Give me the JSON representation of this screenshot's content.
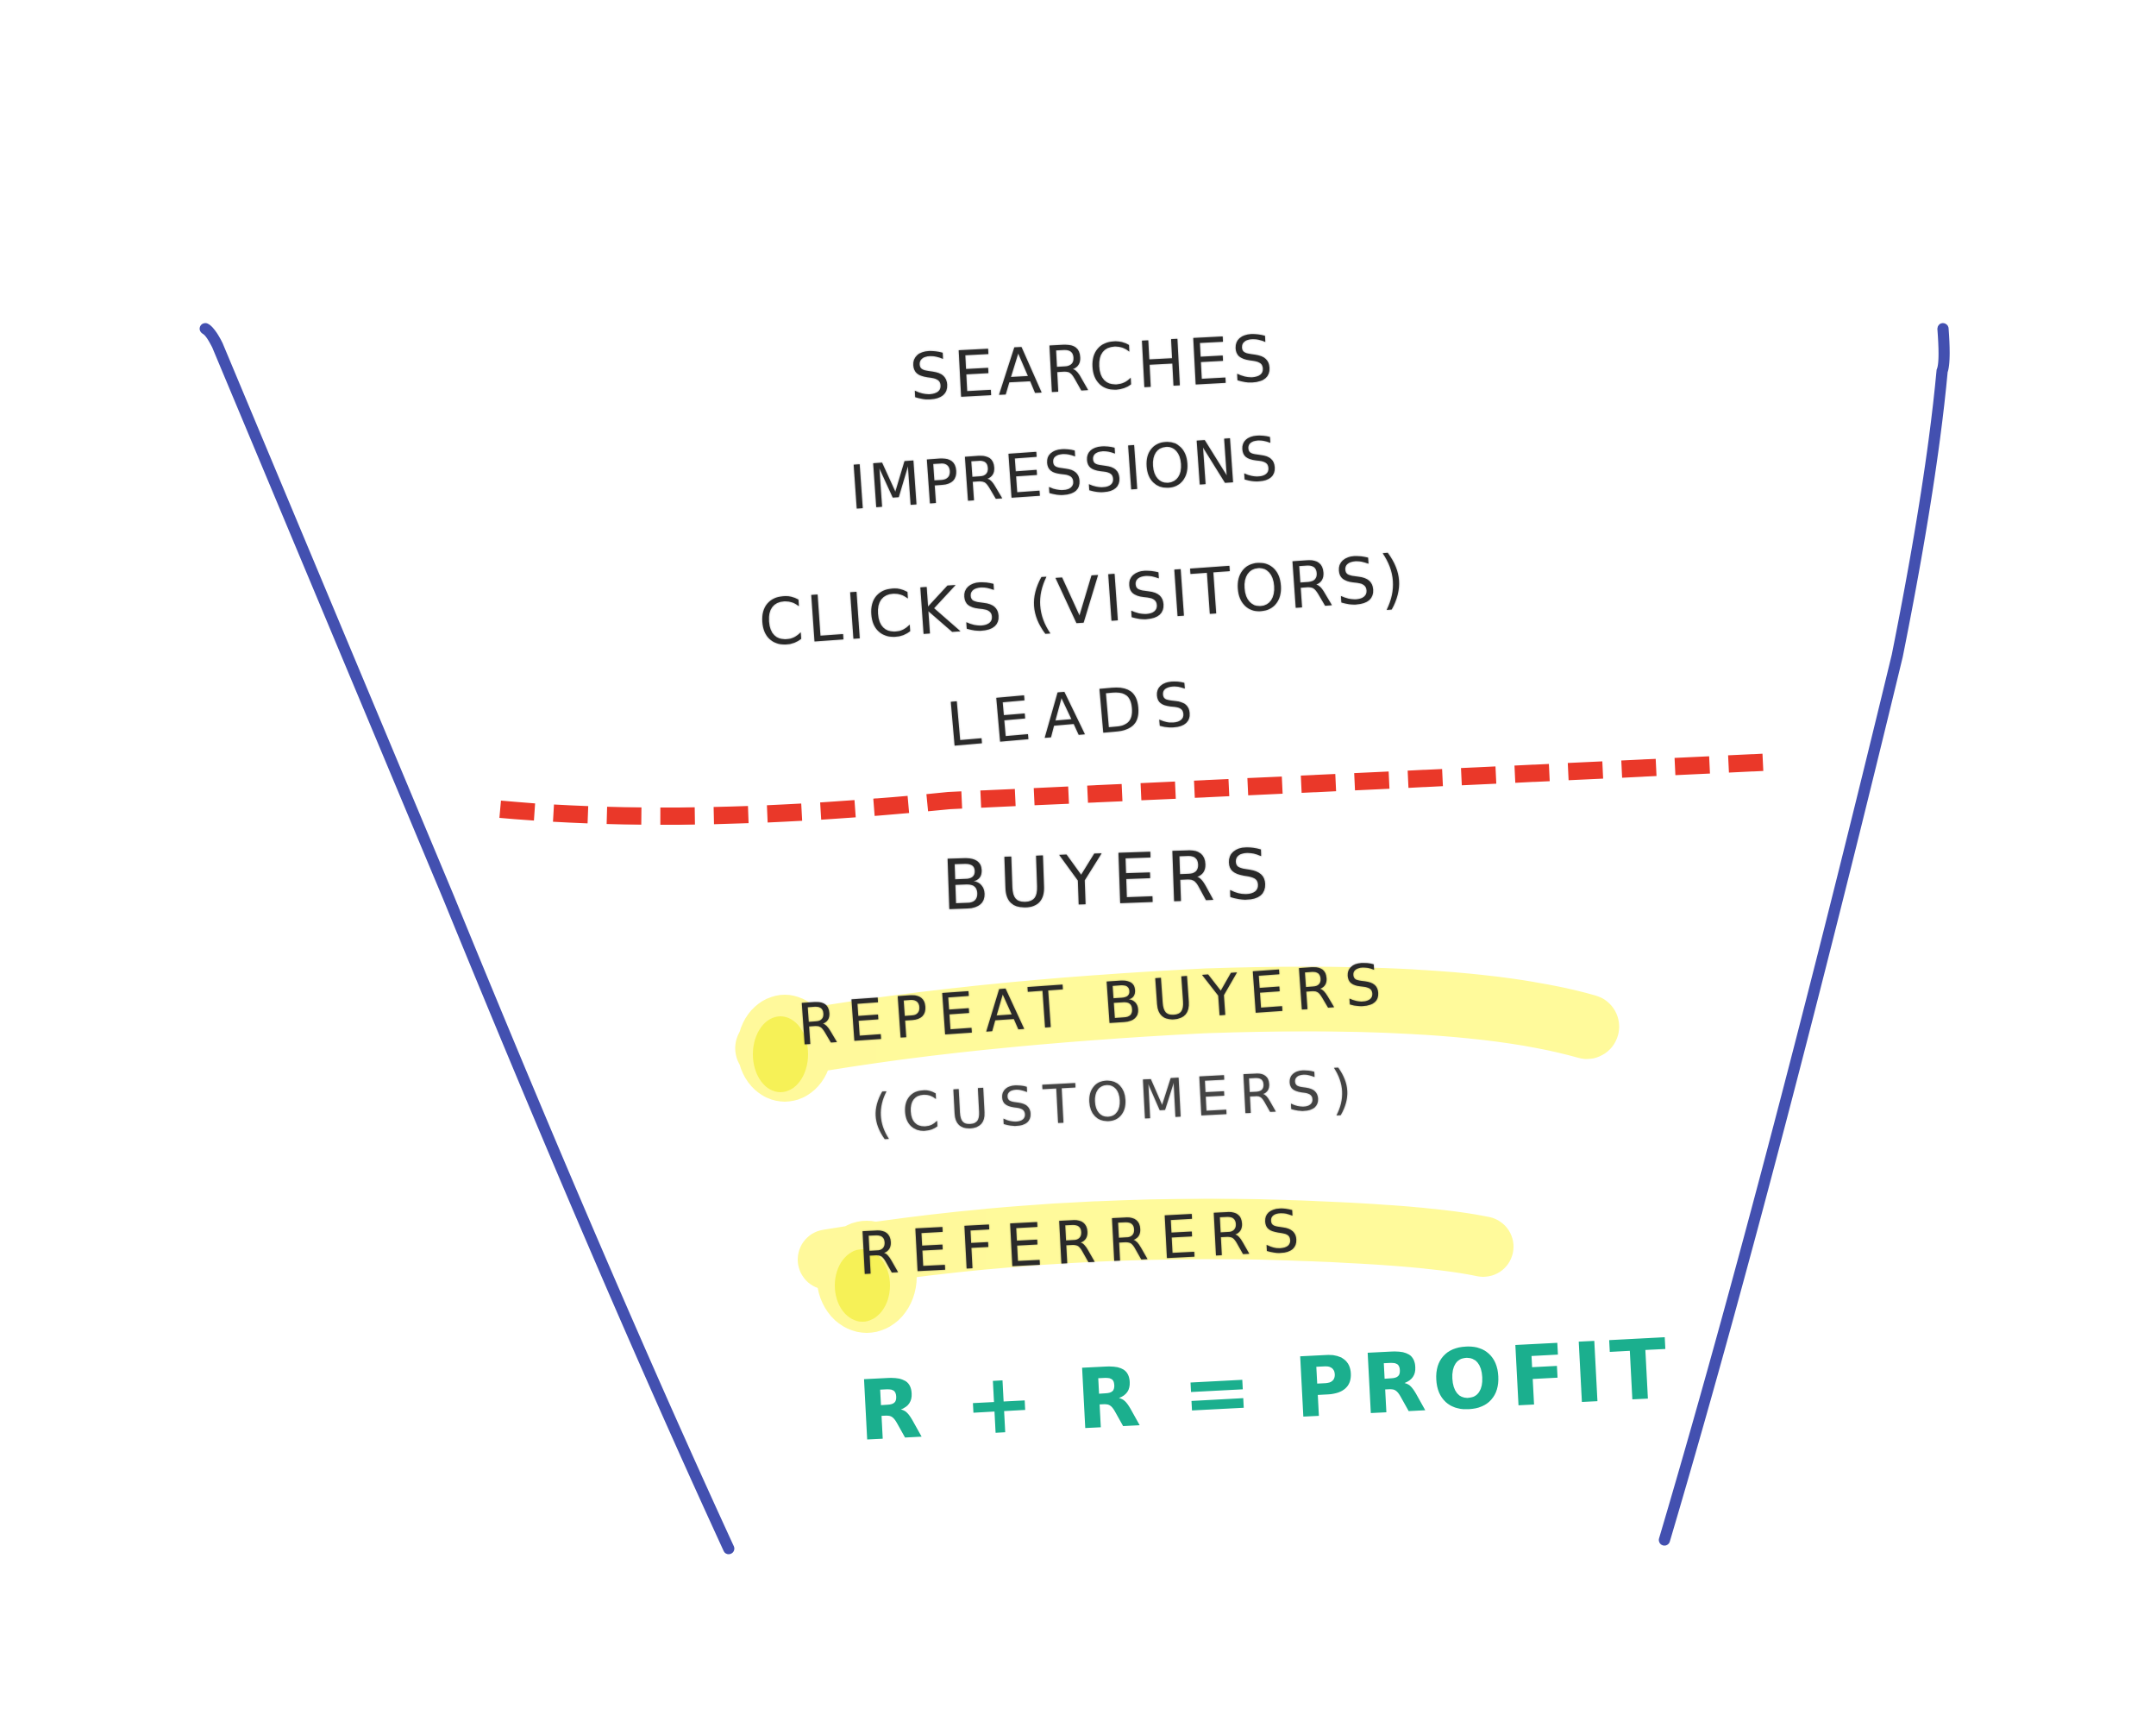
{
  "diagram": {
    "type": "sales-funnel-sketch",
    "colors": {
      "funnel_outline": "#4350B0",
      "divider": "#EA3829",
      "highlight": "#FFF98A",
      "highlight_core": "#F5EF3A",
      "ink": "#2a2a2a",
      "profit_text": "#1BAF8E"
    },
    "stages_above_divider": [
      {
        "label": "SEARCHES"
      },
      {
        "label": "IMPRESSIONS"
      },
      {
        "label": "CLICKS (VISITORS)"
      },
      {
        "label": "LEADS"
      }
    ],
    "stages_below_divider": [
      {
        "label": "BUYERS",
        "highlighted": false
      },
      {
        "label": "REPEAT BUYERS",
        "highlighted": true
      },
      {
        "label": "(CUSTOMERS)",
        "highlighted": false
      },
      {
        "label": "REFERRERS",
        "highlighted": true
      }
    ],
    "equation": "R + R = PROFIT"
  }
}
